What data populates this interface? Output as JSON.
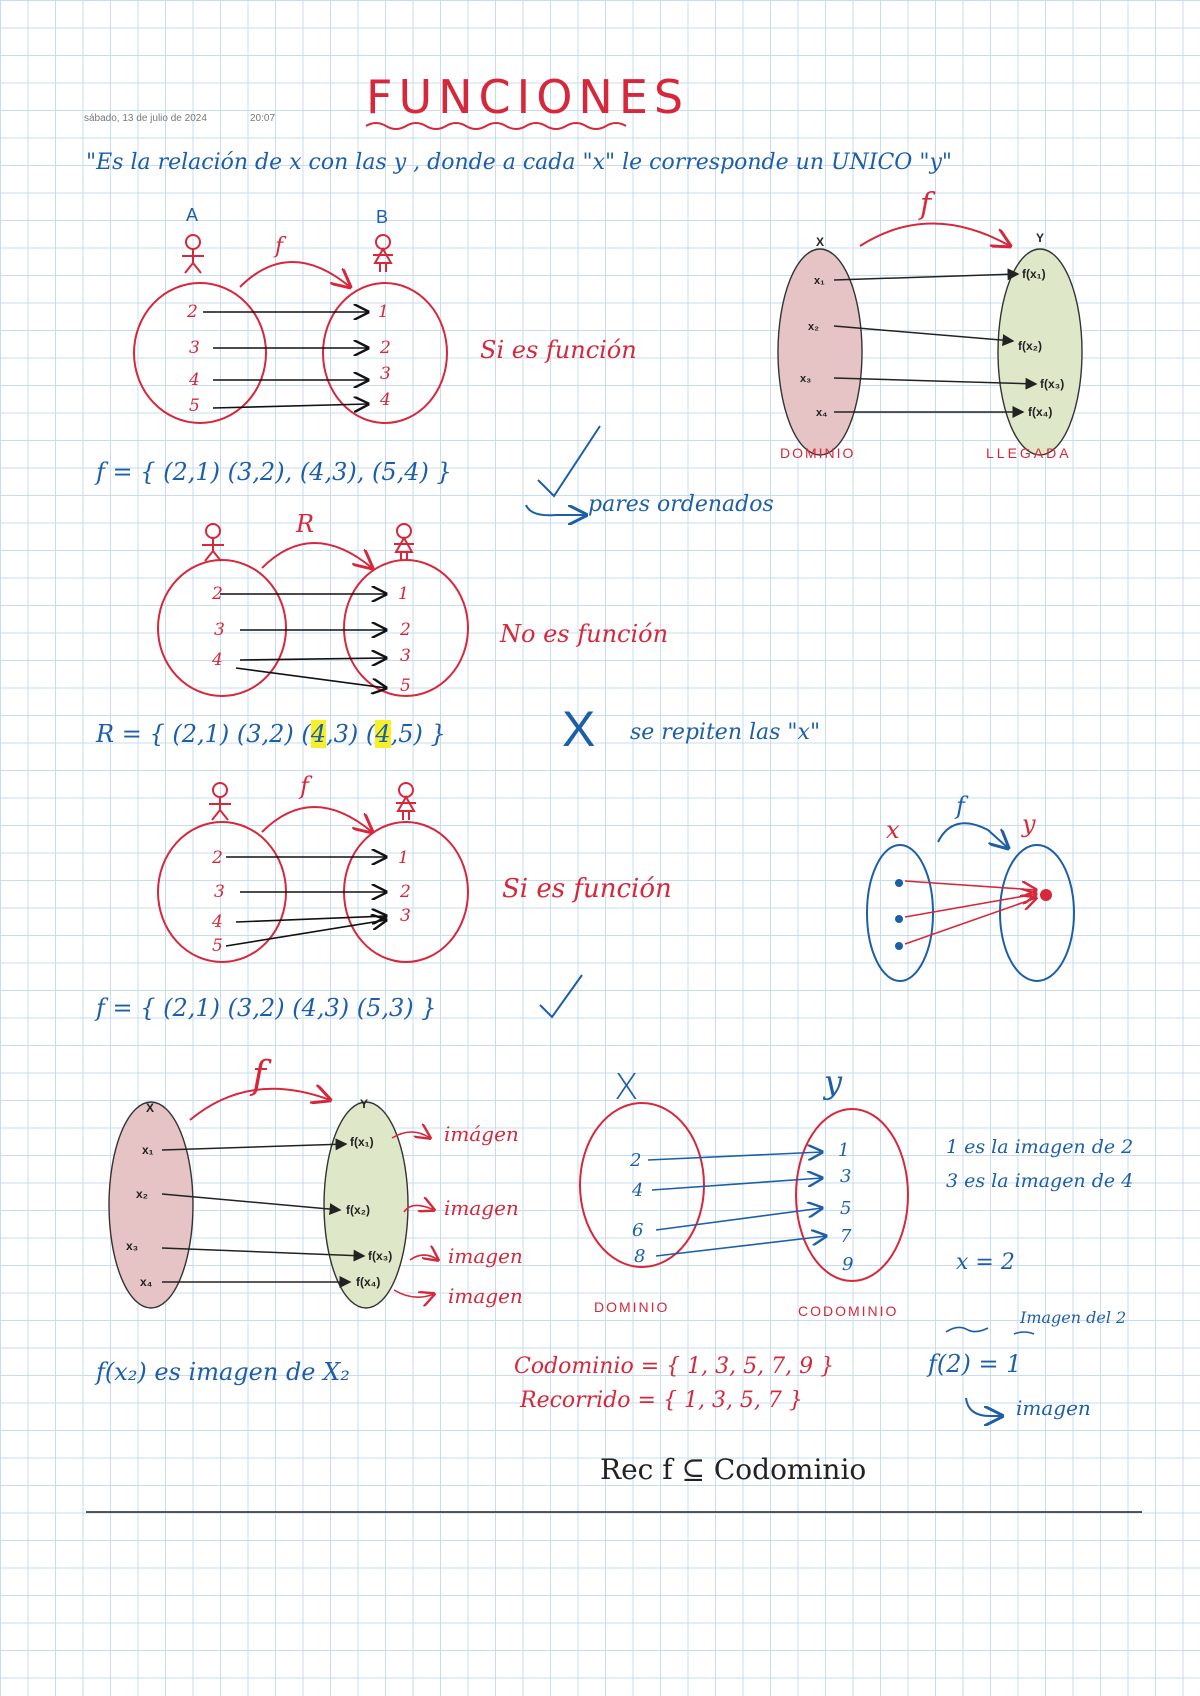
{
  "header": {
    "title": "FUNCIONES",
    "date": "sábado, 13 de julio de 2024",
    "time": "20:07"
  },
  "definition": "\"Es la relación de  x  con las  y ,  donde a cada \"x\"  le corresponde un UNICO \"y\"",
  "diagram1": {
    "set_a": "A",
    "set_b": "B",
    "arrow_label": "f",
    "domain": [
      "2",
      "3",
      "4",
      "5"
    ],
    "codomain": [
      "1",
      "2",
      "3",
      "4"
    ],
    "verdict": "Si es función",
    "set_notation": "f = { (2,1) (3,2), (4,3), (5,4) }",
    "note": "pares ordenados"
  },
  "generic_diagram": {
    "arrow_label": "f",
    "x_label": "X",
    "y_label": "Y",
    "x_items": [
      "x₁",
      "x₂",
      "x₃",
      "x₄"
    ],
    "y_items": [
      "f(x₁)",
      "f(x₂)",
      "f(x₃)",
      "f(x₄)"
    ],
    "domain_caption": "DOMINIO",
    "codomain_caption": "LLEGADA"
  },
  "diagram2": {
    "arrow_label": "R",
    "domain": [
      "2",
      "3",
      "4"
    ],
    "codomain": [
      "1",
      "2",
      "3",
      "5"
    ],
    "verdict": "No es función",
    "set_notation_start": "R = { (2,1) (3,2) (",
    "repeat1": "4",
    "set_notation_mid": ",3)  (",
    "repeat2": "4",
    "set_notation_end": ",5) }",
    "cross": "X",
    "note": "se repiten las \"x\""
  },
  "diagram3": {
    "arrow_label": "f",
    "domain": [
      "2",
      "3",
      "4",
      "5"
    ],
    "codomain": [
      "1",
      "2",
      "3"
    ],
    "verdict": "Si es función",
    "set_notation": "f = { (2,1) (3,2)  (4,3)  (5,3) }"
  },
  "dot_diagram": {
    "x_label": "x",
    "y_label": "y",
    "arrow_label": "f"
  },
  "generic_diagram2": {
    "arrow_label": "f",
    "x_label": "X",
    "y_label": "Y",
    "x_items": [
      "x₁",
      "x₂",
      "x₃",
      "x₄"
    ],
    "y_items": [
      "f(x₁)",
      "f(x₂)",
      "f(x₃)",
      "f(x₄)"
    ],
    "image_labels": [
      "imágen",
      "imagen",
      "imagen",
      "imagen"
    ],
    "caption": "f(x₂) es imagen de X₂"
  },
  "diagram4": {
    "x_label": "X",
    "y_label": "y",
    "domain": [
      "2",
      "4",
      "6",
      "8"
    ],
    "codomain": [
      "1",
      "3",
      "5",
      "7",
      "9"
    ],
    "domain_caption": "DOMINIO",
    "codomain_caption": "CODOMINIO",
    "note1": "1 es la imagen de 2",
    "note2": "3 es la imagen de 4",
    "x_eq": "x = 2",
    "image_of": "Imagen del 2",
    "f2": "f(2) = 1",
    "image_word": "imagen",
    "codominio": "Codominio = { 1, 3, 5, 7, 9 }",
    "recorrido": "Recorrido = { 1, 3, 5, 7 }",
    "conclusion": "Rec f ⊆ Codominio"
  }
}
